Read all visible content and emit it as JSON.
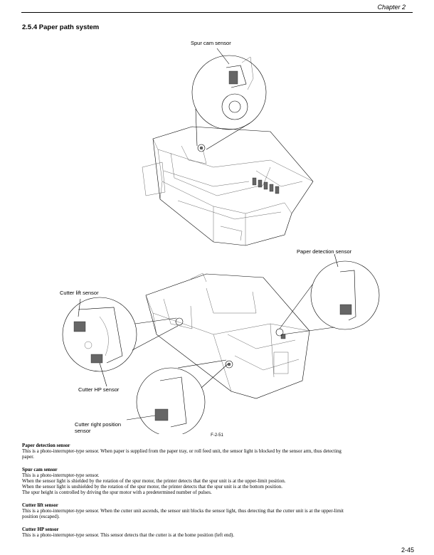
{
  "header": {
    "chapter": "Chapter 2"
  },
  "section": {
    "title": "2.5.4 Paper path system"
  },
  "figure": {
    "id": "F-2-51",
    "callouts": {
      "spur_cam": "Spur cam sensor",
      "paper_detection": "Paper detection sensor",
      "cutter_lift": "Cutter lift sensor",
      "cutter_hp": "Cutter HP sensor",
      "cutter_right_line1": "Cutter right position",
      "cutter_right_line2": "sensor"
    }
  },
  "descriptions": [
    {
      "term": "Paper detection sensor",
      "lines": [
        "This is a photo-interrupter-type sensor. When paper is supplied from the paper tray, or roll feed unit, the sensor light is blocked by the sensor arm, thus detecting",
        "paper."
      ]
    },
    {
      "term": "Spur cam sensor",
      "lines": [
        "This is a photo-interrupter-type sensor.",
        "When the sensor light is shielded by the rotation of the spur motor, the printer detects that the spur unit is at the upper-limit position.",
        "When the sensor light is unshielded by the rotation of the spur motor, the printer detects that the spur unit is at the bottom position.",
        "The spur height is controlled by driving the spur motor with a predetermined number of pulses."
      ]
    },
    {
      "term": "Cutter lift sensor",
      "lines": [
        "This is a photo-interrupter-type sensor. When the cutter unit ascends, the sensor unit blocks the sensor light, thus detecting that the cutter unit is at the upper-limit",
        "position (escaped)."
      ]
    },
    {
      "term": "Cutter HP sensor",
      "lines": [
        "This is a photo-interrupter-type sensor. This sensor detects that the cutter is at the home position (left end)."
      ]
    }
  ],
  "footer": {
    "page_number": "2-45"
  }
}
